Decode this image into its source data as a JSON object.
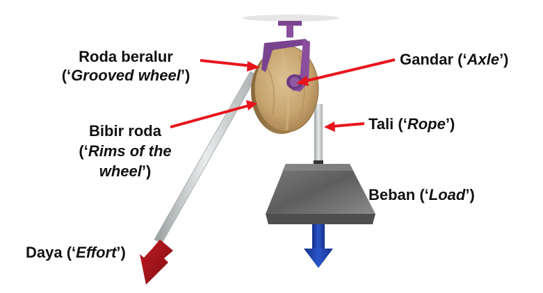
{
  "labels": {
    "grooved_wheel": {
      "line1": "Roda beralur",
      "line2_pre": "(‘",
      "line2_it": "Grooved wheel",
      "line2_post": "’)"
    },
    "axle": {
      "pre": "Gandar (‘",
      "it": "Axle",
      "post": "’)"
    },
    "rims": {
      "line1": "Bibir roda",
      "line2_pre": "(‘",
      "line2_it": "Rims of the",
      "line3_it": "wheel",
      "line3_post": "’)"
    },
    "rope": {
      "pre": "Tali (‘",
      "it": "Rope",
      "post": "’)"
    },
    "load": {
      "pre": "Beban (‘",
      "it": "Load",
      "post": "’)"
    },
    "effort": {
      "pre": "Daya (‘",
      "it": "Effort",
      "post": "’)"
    }
  },
  "colors": {
    "pointer_arrow": "#e8141c",
    "bracket": "#8a4e9c",
    "wheel": "#c9a874",
    "rope": "#cfd2d2",
    "load": "#6c6c6c",
    "effort_arrow": "#9b1218",
    "load_arrow": "#1b3fa6"
  }
}
